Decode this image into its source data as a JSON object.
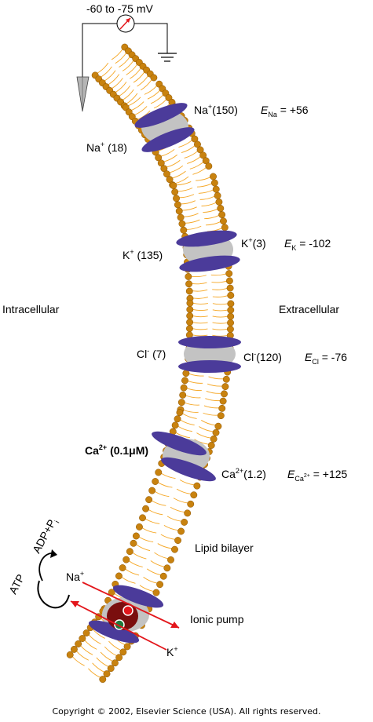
{
  "voltmeter": {
    "label": "-60 to -75 mV"
  },
  "regions": {
    "intracellular": "Intracellular",
    "extracellular": "Extracellular"
  },
  "membrane_label": "Lipid bilayer",
  "pump": {
    "label": "Ionic pump",
    "atp": "ATP",
    "adp": "ADP+P",
    "adp_sub": "i",
    "na": "Na",
    "k": "K",
    "charge": "+"
  },
  "channels": {
    "na": {
      "inside_ion": "Na",
      "inside_charge": "+",
      "inside_conc": "(18)",
      "outside_ion": "Na",
      "outside_charge": "+",
      "outside_conc": "(150)",
      "e_symbol": "E",
      "e_sub": "Na",
      "e_value": "= +56"
    },
    "k": {
      "inside_ion": "K",
      "inside_charge": "+",
      "inside_conc": "(135)",
      "outside_ion": "K",
      "outside_charge": "+",
      "outside_conc": "(3)",
      "e_symbol": "E",
      "e_sub": "K",
      "e_value": "= -102"
    },
    "cl": {
      "inside_ion": "Cl",
      "inside_charge": "-",
      "inside_conc": "(7)",
      "outside_ion": "Cl",
      "outside_charge": "-",
      "outside_conc": "(120)",
      "e_symbol": "E",
      "e_sub": "Cl",
      "e_value": "= -76"
    },
    "ca": {
      "inside_ion": "Ca",
      "inside_charge": "2+",
      "inside_conc": "(0.1μM)",
      "outside_ion": "Ca",
      "outside_charge": "2+",
      "outside_conc": "(1.2)",
      "e_symbol": "E",
      "e_sub": "Ca",
      "e_subsup": "2+",
      "e_value": "= +125"
    }
  },
  "copyright": "Copyright © 2002, Elsevier Science (USA). All rights reserved.",
  "colors": {
    "lipid": "#f5a623",
    "head": "#c8820f",
    "protein": "#4b3b9a",
    "pore": "#c3c3c3",
    "pump_body": "#7a0e0e",
    "arrow": "#e3161b",
    "dot_red": "#e3161b",
    "dot_green": "#1e7a3c"
  }
}
